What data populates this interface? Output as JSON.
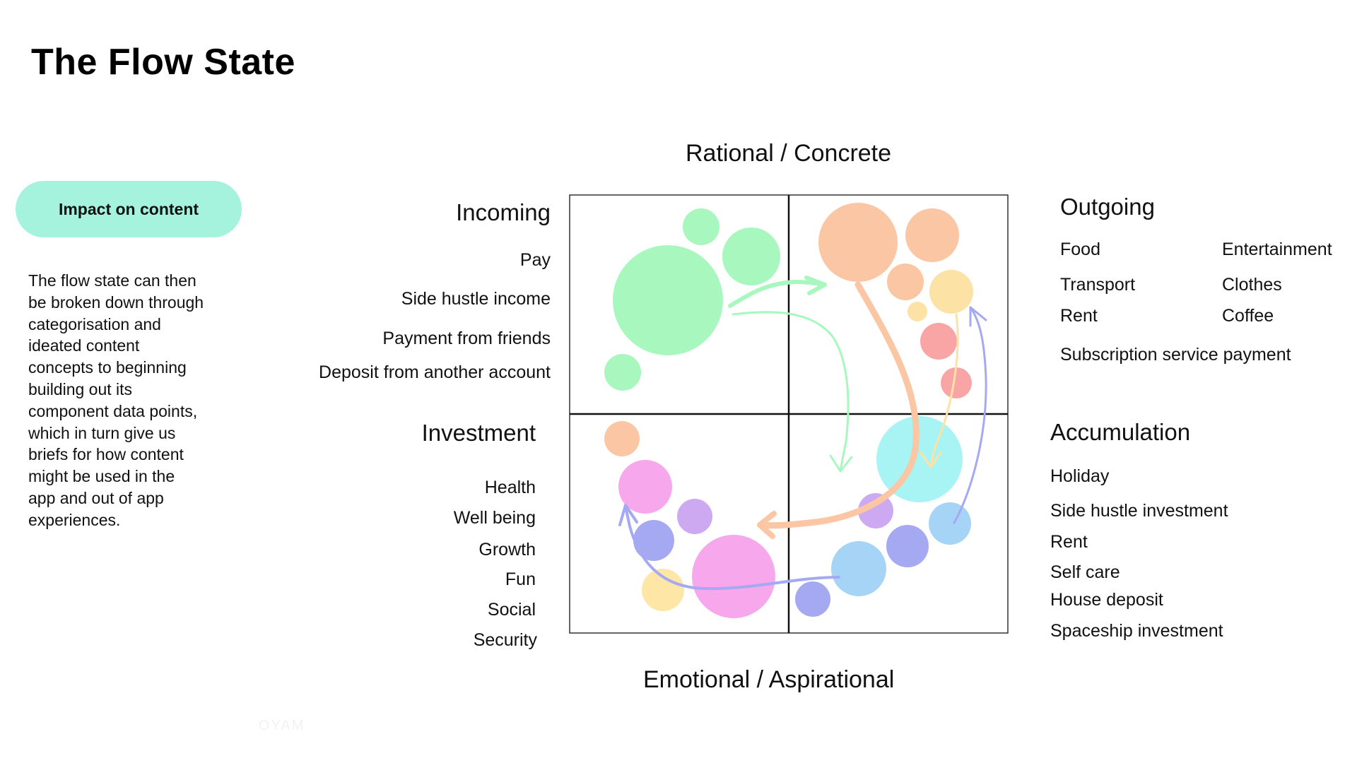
{
  "page": {
    "title": "The Flow State"
  },
  "sidebar": {
    "pill_label": "Impact on content",
    "description": "The flow state can then be broken down through categorisation  and ideated content concepts to beginning building out its component data points, which in turn give us briefs for how content might be used in the app and out of app experiences."
  },
  "axes": {
    "top": "Rational / Concrete",
    "bottom": "Emotional / Aspirational"
  },
  "incoming": {
    "heading": "Incoming",
    "items": [
      "Pay",
      "Side hustle income",
      "Payment from friends",
      "Deposit from another account"
    ]
  },
  "investment": {
    "heading": "Investment",
    "items": [
      "Health",
      "Well being",
      "Growth",
      "Fun",
      "Social",
      "Security"
    ]
  },
  "outgoing": {
    "heading": "Outgoing",
    "items": [
      "Food",
      "Entertainment",
      "Transport",
      "Clothes",
      "Rent",
      "Coffee",
      "Subscription service payment"
    ]
  },
  "accumulation": {
    "heading": "Accumulation",
    "items": [
      "Holiday",
      "Side hustle investment",
      "Rent",
      "Self care",
      "House deposit",
      "Spaceship investment"
    ]
  },
  "colors": {
    "pill": "#a5f2dd",
    "incoming_green": "#a8f7be",
    "outgoing_peach": "#fbc6a4",
    "outgoing_yellow": "#fde2a6",
    "outgoing_red": "#f9a5a5",
    "accumulation_cyan": "#a8f3f3",
    "accumulation_blue": "#a6d4f7",
    "accumulation_indigo": "#a5a9f2",
    "investment_pink": "#f7a7ec",
    "investment_purple": "#cda9f2",
    "investment_yellow": "#fde6a6"
  },
  "watermark": "OYAM"
}
